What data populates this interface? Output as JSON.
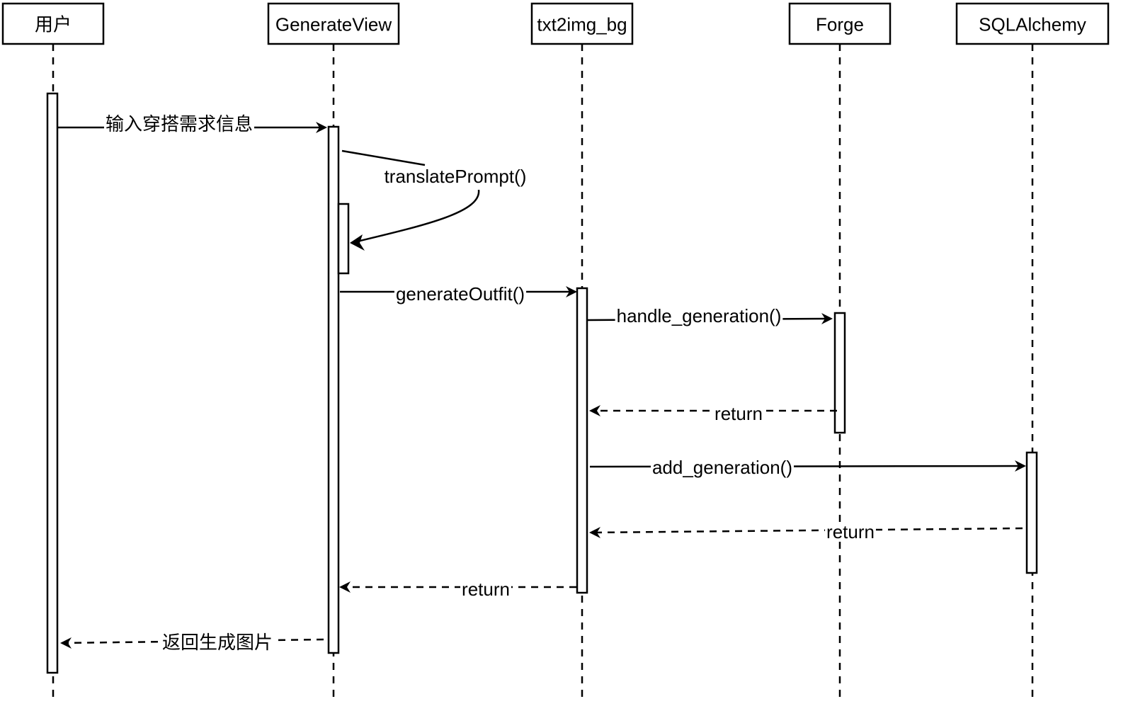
{
  "diagram": {
    "type": "sequence",
    "participants": [
      {
        "id": "user",
        "label": "用户"
      },
      {
        "id": "gv",
        "label": "GenerateView"
      },
      {
        "id": "bg",
        "label": "txt2img_bg"
      },
      {
        "id": "forge",
        "label": "Forge"
      },
      {
        "id": "sql",
        "label": "SQLAlchemy"
      }
    ],
    "messages": [
      {
        "from": "user",
        "to": "gv",
        "label": "输入穿搭需求信息",
        "kind": "call"
      },
      {
        "from": "gv",
        "to": "gv",
        "label": "translatePrompt()",
        "kind": "self-call"
      },
      {
        "from": "gv",
        "to": "bg",
        "label": "generateOutfit()",
        "kind": "call"
      },
      {
        "from": "bg",
        "to": "forge",
        "label": "handle_generation()",
        "kind": "call"
      },
      {
        "from": "forge",
        "to": "bg",
        "label": "return",
        "kind": "return"
      },
      {
        "from": "bg",
        "to": "sql",
        "label": "add_generation()",
        "kind": "call"
      },
      {
        "from": "sql",
        "to": "bg",
        "label": "return",
        "kind": "return"
      },
      {
        "from": "bg",
        "to": "gv",
        "label": "return",
        "kind": "return"
      },
      {
        "from": "gv",
        "to": "user",
        "label": "返回生成图片",
        "kind": "return"
      }
    ]
  }
}
